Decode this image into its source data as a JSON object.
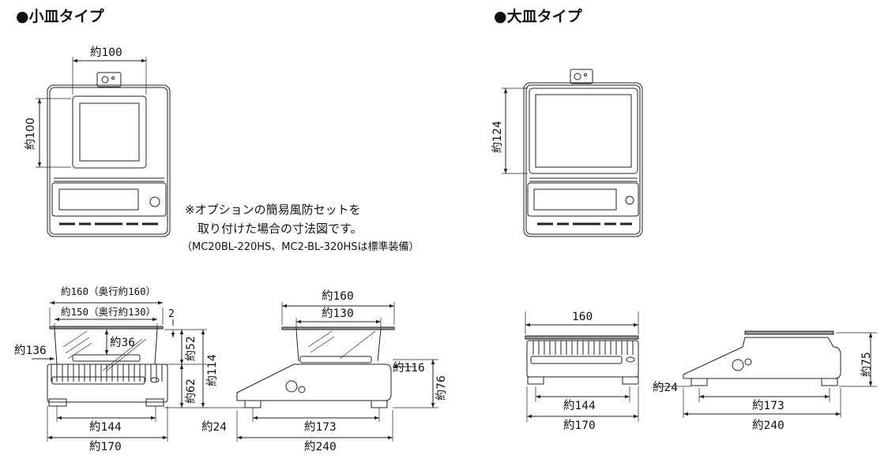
{
  "sections": {
    "small": {
      "title": "●小皿タイプ"
    },
    "large": {
      "title": "●大皿タイプ"
    }
  },
  "note": {
    "line1": "※オプションの簡易風防セットを",
    "line2": "取り付けた場合の寸法図です。",
    "line3": "（MC20BL-220HS、MC2-BL-320HSは標準装備）"
  },
  "dims": {
    "small_top_width": "約100",
    "small_top_depth": "約100",
    "small_front_outer": "約160（奥行約160）",
    "small_front_inner": "約150（奥行約130）",
    "small_front_gap": "2",
    "small_front_136": "約136",
    "small_front_36": "約36",
    "small_front_52": "約52",
    "small_front_62": "約62",
    "small_front_114": "約114",
    "small_front_144": "約144",
    "small_front_170": "約170",
    "small_side_160": "約160",
    "small_side_130": "約130",
    "small_side_116": "約116",
    "small_side_76": "約76",
    "small_side_24": "約24",
    "small_side_173": "約173",
    "small_side_240": "約240",
    "large_top_depth": "約124",
    "large_front_160": "160",
    "large_front_144": "約144",
    "large_front_170": "約170",
    "large_side_75": "約75",
    "large_side_24": "約24",
    "large_side_173": "約173",
    "large_side_240": "約240"
  }
}
